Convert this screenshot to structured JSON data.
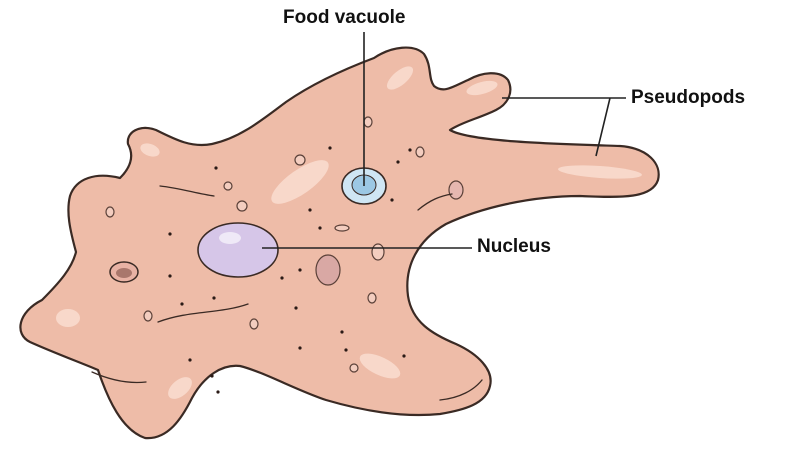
{
  "labels": {
    "food_vacuole": "Food vacuole",
    "pseudopods": "Pseudopods",
    "nucleus": "Nucleus"
  },
  "colors": {
    "cytoplasm": "#eebca8",
    "outline": "#3a2a24",
    "nucleus": "#d6c6e8",
    "food_vacuole": "#cfe6f4",
    "contractile_vacuole": "#c99a8e",
    "leader_line": "#222222"
  }
}
